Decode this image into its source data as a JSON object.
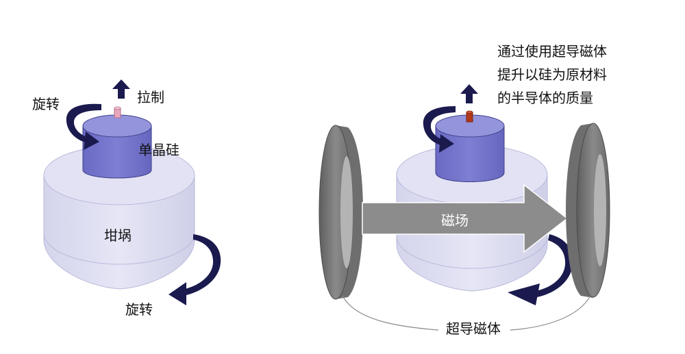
{
  "left_diagram": {
    "rotate_top": "旋转",
    "pull": "拉制",
    "crystal": "单晶硅",
    "crucible": "坩埚",
    "rotate_bottom": "旋转"
  },
  "right_diagram": {
    "caption_lines": [
      "通过使用超导磁体",
      "提升以硅为原材料",
      "的半导体的质量"
    ],
    "magnetic_field": "磁场",
    "magnet": "超导磁体"
  },
  "colors": {
    "arrow_navy": "#1a1a4e",
    "crystal_fill": "#7373c9",
    "crucible_fill": "#d9d9f0",
    "magnet_gray": "#7a7a7a",
    "field_arrow": "#8c8c8c",
    "seed_pink": "#e8a7bd",
    "seed_red": "#b0391c"
  }
}
